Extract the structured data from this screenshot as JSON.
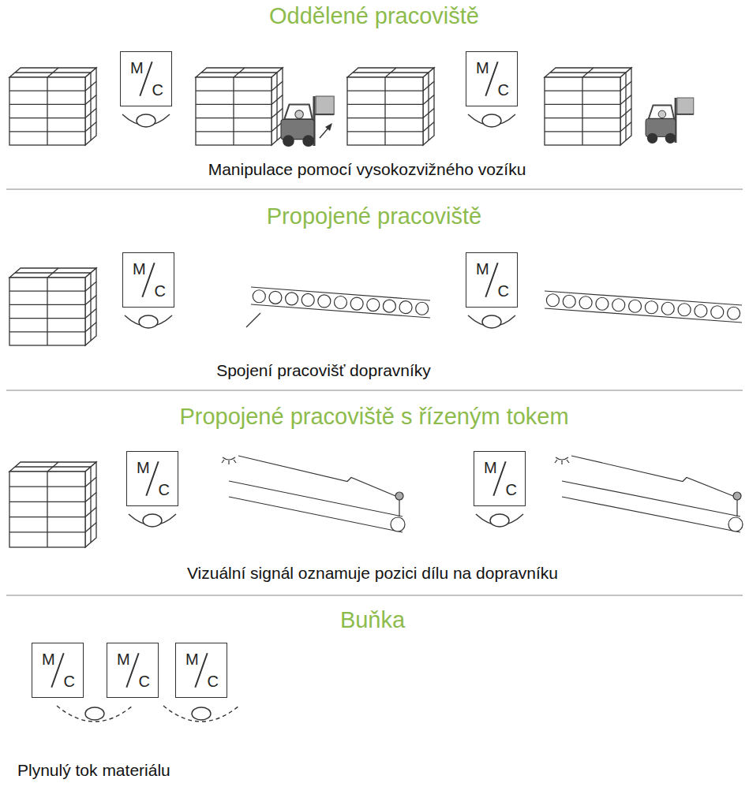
{
  "diagram": {
    "nodes": [
      {
        "text": [
          "M",
          "C"
        ]
      },
      {
        "text": [
          "M",
          "C"
        ]
      },
      {
        "text": [
          "M",
          "C"
        ]
      },
      {
        "text": [
          "M",
          "C"
        ]
      },
      {
        "text": [
          "M",
          "C"
        ]
      },
      {
        "text": [
          "M",
          "C"
        ]
      },
      {
        "text": [
          "M",
          "C"
        ]
      },
      {
        "text": [
          "M",
          "C"
        ]
      },
      {
        "text": [
          "M",
          "C"
        ]
      }
    ],
    "labels": [
      "Oddělené pracoviště",
      "Manipulace pomocí vysokozvižného vozíku",
      "Propojené pracoviště",
      "Spojení pracovišť dopravníky",
      "Propojené pracoviště s řízeným tokem",
      "Vizuální signál oznamuje pozici dílu na dopravníku",
      "Buňka",
      "Plynulý tok materiálu"
    ]
  }
}
